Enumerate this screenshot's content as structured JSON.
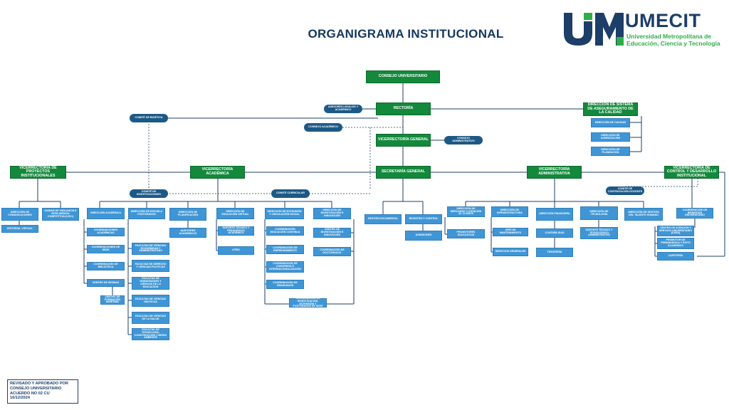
{
  "title": "ORGANIGRAMA INSTITUCIONAL",
  "logo": {
    "word": "UMECIT",
    "line1": "Universidad Metropolitana de",
    "line2": "Educación, Ciencia y Tecnología",
    "colors": {
      "navy": "#1c3e68",
      "green": "#2fae48"
    }
  },
  "colors": {
    "green_box": "#13893c",
    "blue_box": "#3f96d6",
    "pill": "#1c5986",
    "line": "#1c3e68"
  },
  "top": {
    "consejo_universitario": "CONSEJO UNIVERSITARIO",
    "asesores_legales": "ASESORES LEGALES Y ACADÉMICO",
    "rectoria": "RECTORÍA",
    "comite_bioetica": "COMITÉ DE BIOÉTICA",
    "consejo_academico": "CONSEJO ACADÉMICO",
    "vicerrectoria_general": "VICERRECTORÍA GENERAL",
    "consejo_administrativo": "CONSEJO ADMINISTRATIVO",
    "secretaria_general": "SECRETARÍA GENERAL"
  },
  "calidad": {
    "head": "DIRECCIÓN DE SISTEMA DE ASEGURAMIENTO DE LA CALIDAD",
    "items": [
      "DIRECCIÓN DE CALIDAD",
      "DIRECCIÓN DE ACREDITACIÓN",
      "DIRECCIÓN DE PLANEACIÓN"
    ]
  },
  "proyectos": {
    "head": "VICERRECTORÍA DE PROYECTOS INSTITUCIONALES",
    "comunicaciones": "DIRECCIÓN DE COMUNICACIONES",
    "vigilancia": "UNIDAD DE VIGILANCIA E INTELIGENCIA COMPETITIVA (UVIC)",
    "editorial": "EDITORIAL VIRTUAL"
  },
  "academica": {
    "head": "VICERRECTORÍA ACADÉMICA",
    "comite_investigaciones": "COMITÉ DE INVESTIGACIONES",
    "comite_curricular": "COMITÉ CURRICULAR",
    "direccion_academica": "DIRECCIÓN ACADÉMICA",
    "dir_acad_items": [
      "COORDINACIONES ACADÉMICAS",
      "COORDINACIONES DE SEDE",
      "COORDINACIÓN DE BIBLIOTECA",
      "CENTRO DE IDIOMAS",
      "CENTRO DE FORMACIÓN MARÍTIMA"
    ],
    "escuela_head": "DIRECCIÓN DE ESCUELA POSTGRADOS",
    "facultades": [
      "FACULTAD DE CIENCIAS ECONÓMICAS Y ADMINISTRATIVAS",
      "FACULTAD DE DERECHO Y CIENCIAS POLÍTICAS",
      "FACULTAD DE HUMANIDADES Y CIENCIAS DE LA EDUCACIÓN",
      "FACULTAD DE CIENCIAS NÁUTICAS",
      "FACULTAD DE CIENCIAS DE LA SALUD",
      "FACULTAD DE TECNOLOGÍA, CONSTRUCCIÓN Y MEDIO AMBIENTE"
    ],
    "planificacion": "DIRECCIÓN DE PLANIFICACIÓN",
    "auditores": "AUDITORES ACADÉMICOS",
    "virtual": "DIRECCIÓN DE EDUCACIÓN VIRTUAL",
    "soporte_virtual": "SOPORTE TÉCNICO Y PEDAGÓGICO ACADÉMICO",
    "uteid": "UTEID",
    "extension": "DIRECCIÓN DE EXTENSIÓN Y VINCULACIÓN SOCIAL",
    "ext_items": [
      "COORDINACIÓN EDUCACIÓN CONTINUA",
      "COORDINACIÓN DE EMPRENDIMIENTO",
      "COORDINACIÓN DE CONVENIOS E INTERNACIONALIZACIÓN",
      "COORDINACIÓN DE GRADUADOS"
    ],
    "investigacion": "DIRECCIÓN DE INVESTIGACIÓN E INNOVACIÓN",
    "inv_items": [
      "CENTRO DE INVESTIGACIÓN E INNOVACIÓN",
      "COORDINACIÓN DE DOCTORADOS"
    ],
    "coord_bottom": "COORDINACIÓN DE INVESTIGACIÓN, EXTENSIÓN Y POSTGRADOS DE SEDE"
  },
  "secretaria": {
    "gestion": "GESTIÓN DOCUMENTAL",
    "registro": "REGISTRO Y CONTROL",
    "admisiones": "ADMISIONES"
  },
  "administrativa": {
    "head": "VICERRECTORÍA ADMINISTRATIVA",
    "comite_contratacion": "COMITÉ DE CONTRATACIÓN DOCENTE",
    "mercadeo": "DIRECCIÓN DE MERCADEO Y ATENCIÓN AL CLIENTE",
    "promotores": "PROMOTORES EDUCATIVOS",
    "infraestructura": "DIRECCIÓN DE INFRAESTRUCTURA",
    "jefe_mant": "JEFE DE MANTENIMIENTO",
    "servicios": "SERVICIOS GENERALES",
    "financiera": "DIRECCIÓN FINANCIERA",
    "contabilidad": "CONTABILIDAD",
    "tesoreria": "TESORERÍA",
    "tecnologia": "DIRECCIÓN DE TECNOLOGÍA",
    "soporte_tec": "SOPORTE TÉCNICO Y TECNOLÓGICO ADMINISTRATIVO",
    "talento": "DIRECCIÓN DE GESTIÓN DEL TALENTO HUMANO"
  },
  "control": {
    "head": "VICERRECTORÍA DE CONTROL Y DESARROLLO INSTITUCIONAL",
    "bienestar": "COORDINACIÓN DE BIENESTAR UNIVERSITARIO",
    "items": [
      "CENTRO DE ATENCIÓN Y SERVICIO UNIVERSITARIO (CASU)",
      "PROMOTOR DE PERMANENCIA Y ÉXITO ACADÉMICO",
      "CAFETERÍA"
    ]
  },
  "stamp": {
    "line1": "REVISADO Y APROBADO POR",
    "line2": "CONSEJO UNIVERSITARIO",
    "line3": "ACUERDO NO 02 CU",
    "line4": "16/12/2024"
  }
}
